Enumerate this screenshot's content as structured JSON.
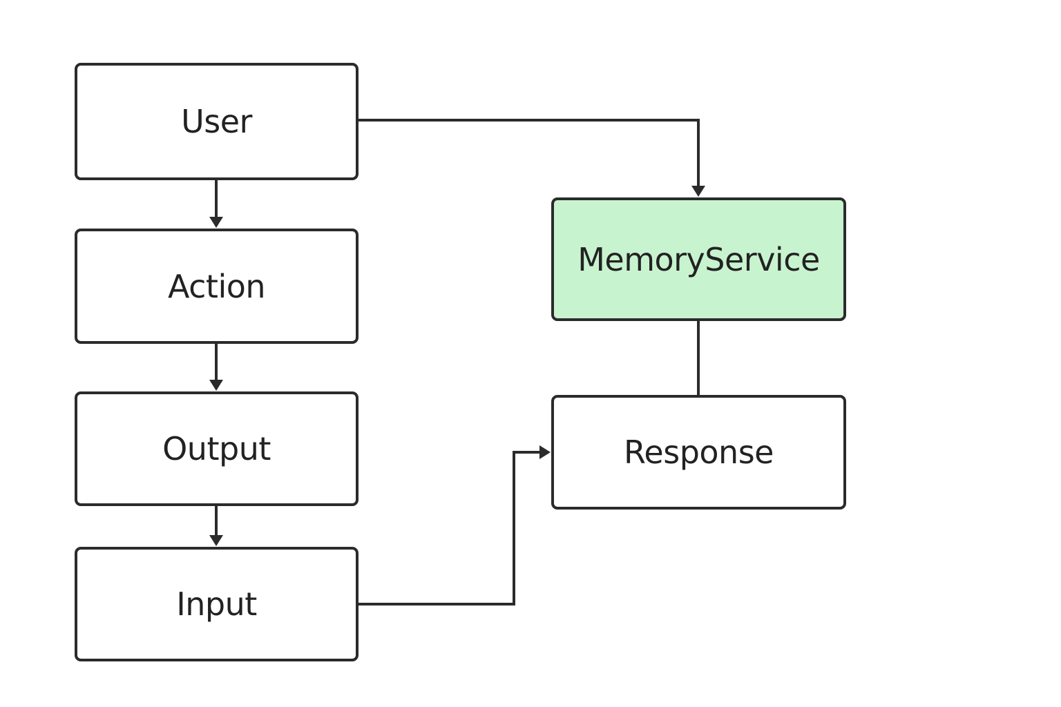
{
  "colors": {
    "stroke": "#2b2b2b",
    "text": "#222222",
    "highlight_fill": "#c8f3cf",
    "node_fill": "#ffffff"
  },
  "nodes": {
    "user": "User",
    "action": "Action",
    "output": "Output",
    "input": "Input",
    "memory_service": "MemoryService",
    "response": "Response"
  },
  "edges": [
    {
      "from": "user",
      "to": "action",
      "arrow": true
    },
    {
      "from": "action",
      "to": "output",
      "arrow": true
    },
    {
      "from": "output",
      "to": "input",
      "arrow": true
    },
    {
      "from": "user",
      "to": "memory_service",
      "arrow": true
    },
    {
      "from": "memory_service",
      "to": "response",
      "arrow": false
    },
    {
      "from": "input",
      "to": "response",
      "arrow": true
    }
  ]
}
